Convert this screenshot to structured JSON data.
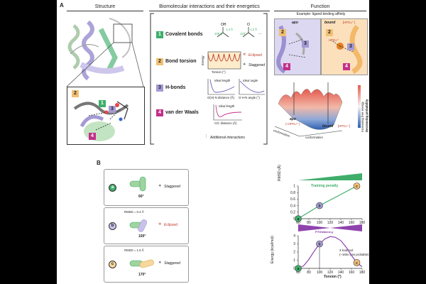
{
  "panelA": {
    "label": "A",
    "structure_header": "Structure",
    "interactions_header": "Biomolecular interactions and their energetics",
    "function_header": "Function",
    "function_example": "Example: ligand binding affinity",
    "interactions": [
      {
        "num": "1",
        "label": "Covalent bonds",
        "color": "#3fae6b"
      },
      {
        "num": "2",
        "label": "Bond torsion",
        "color": "#f1c074"
      },
      {
        "num": "3",
        "label": "H-bonds",
        "color": "#a49ad4"
      },
      {
        "num": "4",
        "label": "van der Waals",
        "color": "#c3308a"
      }
    ],
    "covalent": {
      "angle1": "109.5°",
      "length1": "1.4 Å",
      "angle2": "120°",
      "length2": "1.2 Å",
      "more": "..."
    },
    "torsion": {
      "ylabel": "Energy",
      "xlabel": "Torsion (°)",
      "eclipsed": "Eclipsed",
      "staggered": "Staggered"
    },
    "hbond": {
      "ylabel": "Energy",
      "ideal_length": "Ideal length",
      "ideal_angle": "Ideal angle",
      "xlabel_dist": "O(H)-N distance (Å)",
      "xlabel_angle": "O-H-N angle (°)"
    },
    "vdw": {
      "ylabel": "Energy",
      "ideal_length": "Ideal length",
      "xlabel": "C/C distance (Å)"
    },
    "additional": "Additional interactions",
    "apo": "apo",
    "bound": "bound",
    "ligand": "[HPO₄²⁻]",
    "ligand_short": "HPO₄²⁻",
    "landscape": {
      "apo_label": "apo",
      "apo_sub": "(+HPO₄²⁻)",
      "bound_label": "bound",
      "conf_label": "conformation",
      "y1": "Increasing free energy",
      "y2": "Decreasing probability"
    }
  },
  "panelB": {
    "label": "B",
    "states": [
      {
        "id": "a",
        "angle": "60°",
        "conformation": "Staggered",
        "rmsd": "",
        "color": "#3fae6b"
      },
      {
        "id": "b",
        "angle": "100°",
        "conformation": "Eclipsed",
        "rmsd": "RMSD = 0.4 Å",
        "color": "#a49ad4"
      },
      {
        "id": "c",
        "angle": "170°",
        "conformation": "Staggered",
        "rmsd": "RMSD = 1.0 Å",
        "color": "#f1c074"
      }
    ],
    "penalty_title": "Training penalty",
    "probability_title": "Probability",
    "annotation_1": "3 kcal/mol",
    "annotation_2": "(~160x less probable)",
    "colors": {
      "green": "#3fae6b",
      "purple": "#8e44ad",
      "eclipsed": "#c0392b"
    }
  },
  "chart_data": [
    {
      "type": "line",
      "title": "Training penalty",
      "xlabel": "",
      "ylabel": "RMSD (Å)",
      "x": [
        60,
        100,
        170
      ],
      "series": [
        {
          "values": [
            0,
            0.4,
            1.0
          ]
        }
      ],
      "xlim": [
        60,
        180
      ],
      "ylim": [
        0,
        1.0
      ],
      "xticks": [
        60,
        80,
        100,
        120,
        140,
        160,
        180
      ],
      "yticks": [
        0,
        0.2,
        0.4,
        0.6,
        0.8,
        1.0
      ],
      "point_labels": [
        "a",
        "b",
        "c"
      ]
    },
    {
      "type": "line",
      "title": "Probability",
      "xlabel": "Torsion (°)",
      "ylabel": "Energy (kcal/mol)",
      "x": [
        60,
        70,
        80,
        90,
        100,
        110,
        120,
        130,
        140,
        150,
        160,
        170,
        180
      ],
      "series": [
        {
          "values": [
            0,
            0.3,
            1.1,
            2.1,
            3.0,
            3.6,
            3.9,
            3.8,
            3.4,
            2.6,
            1.6,
            0.7,
            0.2
          ]
        }
      ],
      "xlim": [
        60,
        180
      ],
      "ylim": [
        0,
        4
      ],
      "xticks": [
        60,
        80,
        100,
        120,
        140,
        160,
        180
      ],
      "yticks": [
        0,
        1,
        2,
        3,
        4
      ],
      "points": [
        {
          "label": "a",
          "x": 60,
          "y": 0
        },
        {
          "label": "b",
          "x": 100,
          "y": 3.0
        },
        {
          "label": "c",
          "x": 170,
          "y": 0.7
        }
      ]
    }
  ]
}
